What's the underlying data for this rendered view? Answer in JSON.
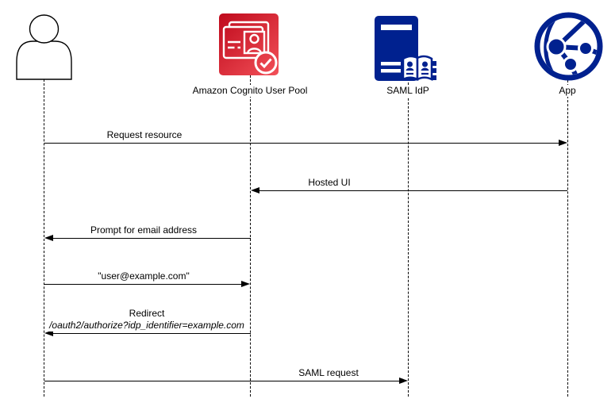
{
  "diagram_type": "sequence-diagram",
  "actors": {
    "user": {
      "label": "",
      "icon": "person-icon"
    },
    "cognito": {
      "label": "Amazon Cognito User Pool",
      "icon": "cognito-user-pool-icon"
    },
    "saml_idp": {
      "label": "SAML IdP",
      "icon": "saml-idp-server-book-icon"
    },
    "app": {
      "label": "App",
      "icon": "app-globe-network-icon"
    }
  },
  "messages": [
    {
      "label": "Request resource",
      "from": "User",
      "to": "App",
      "direction": "right"
    },
    {
      "label": "Hosted UI",
      "from": "App",
      "to": "Amazon Cognito User Pool",
      "direction": "left"
    },
    {
      "label": "Prompt for email address",
      "from": "Amazon Cognito User Pool",
      "to": "User",
      "direction": "left"
    },
    {
      "label": "\"user@example.com\"",
      "from": "User",
      "to": "Amazon Cognito User Pool",
      "direction": "right"
    },
    {
      "label": "Redirect",
      "label_line2": "/oauth2/authorize?idp_identifier=example.com",
      "from": "Amazon Cognito User Pool",
      "to": "User",
      "direction": "left"
    },
    {
      "label": "SAML request",
      "from": "User",
      "to": "SAML IdP",
      "direction": "right"
    }
  ],
  "colors": {
    "cognito_gradient_start": "#BF0A1C",
    "cognito_gradient_end": "#F25058",
    "icon_navy": "#00218F",
    "line_color": "#000000",
    "text_color": "#000000",
    "background": "#ffffff"
  }
}
